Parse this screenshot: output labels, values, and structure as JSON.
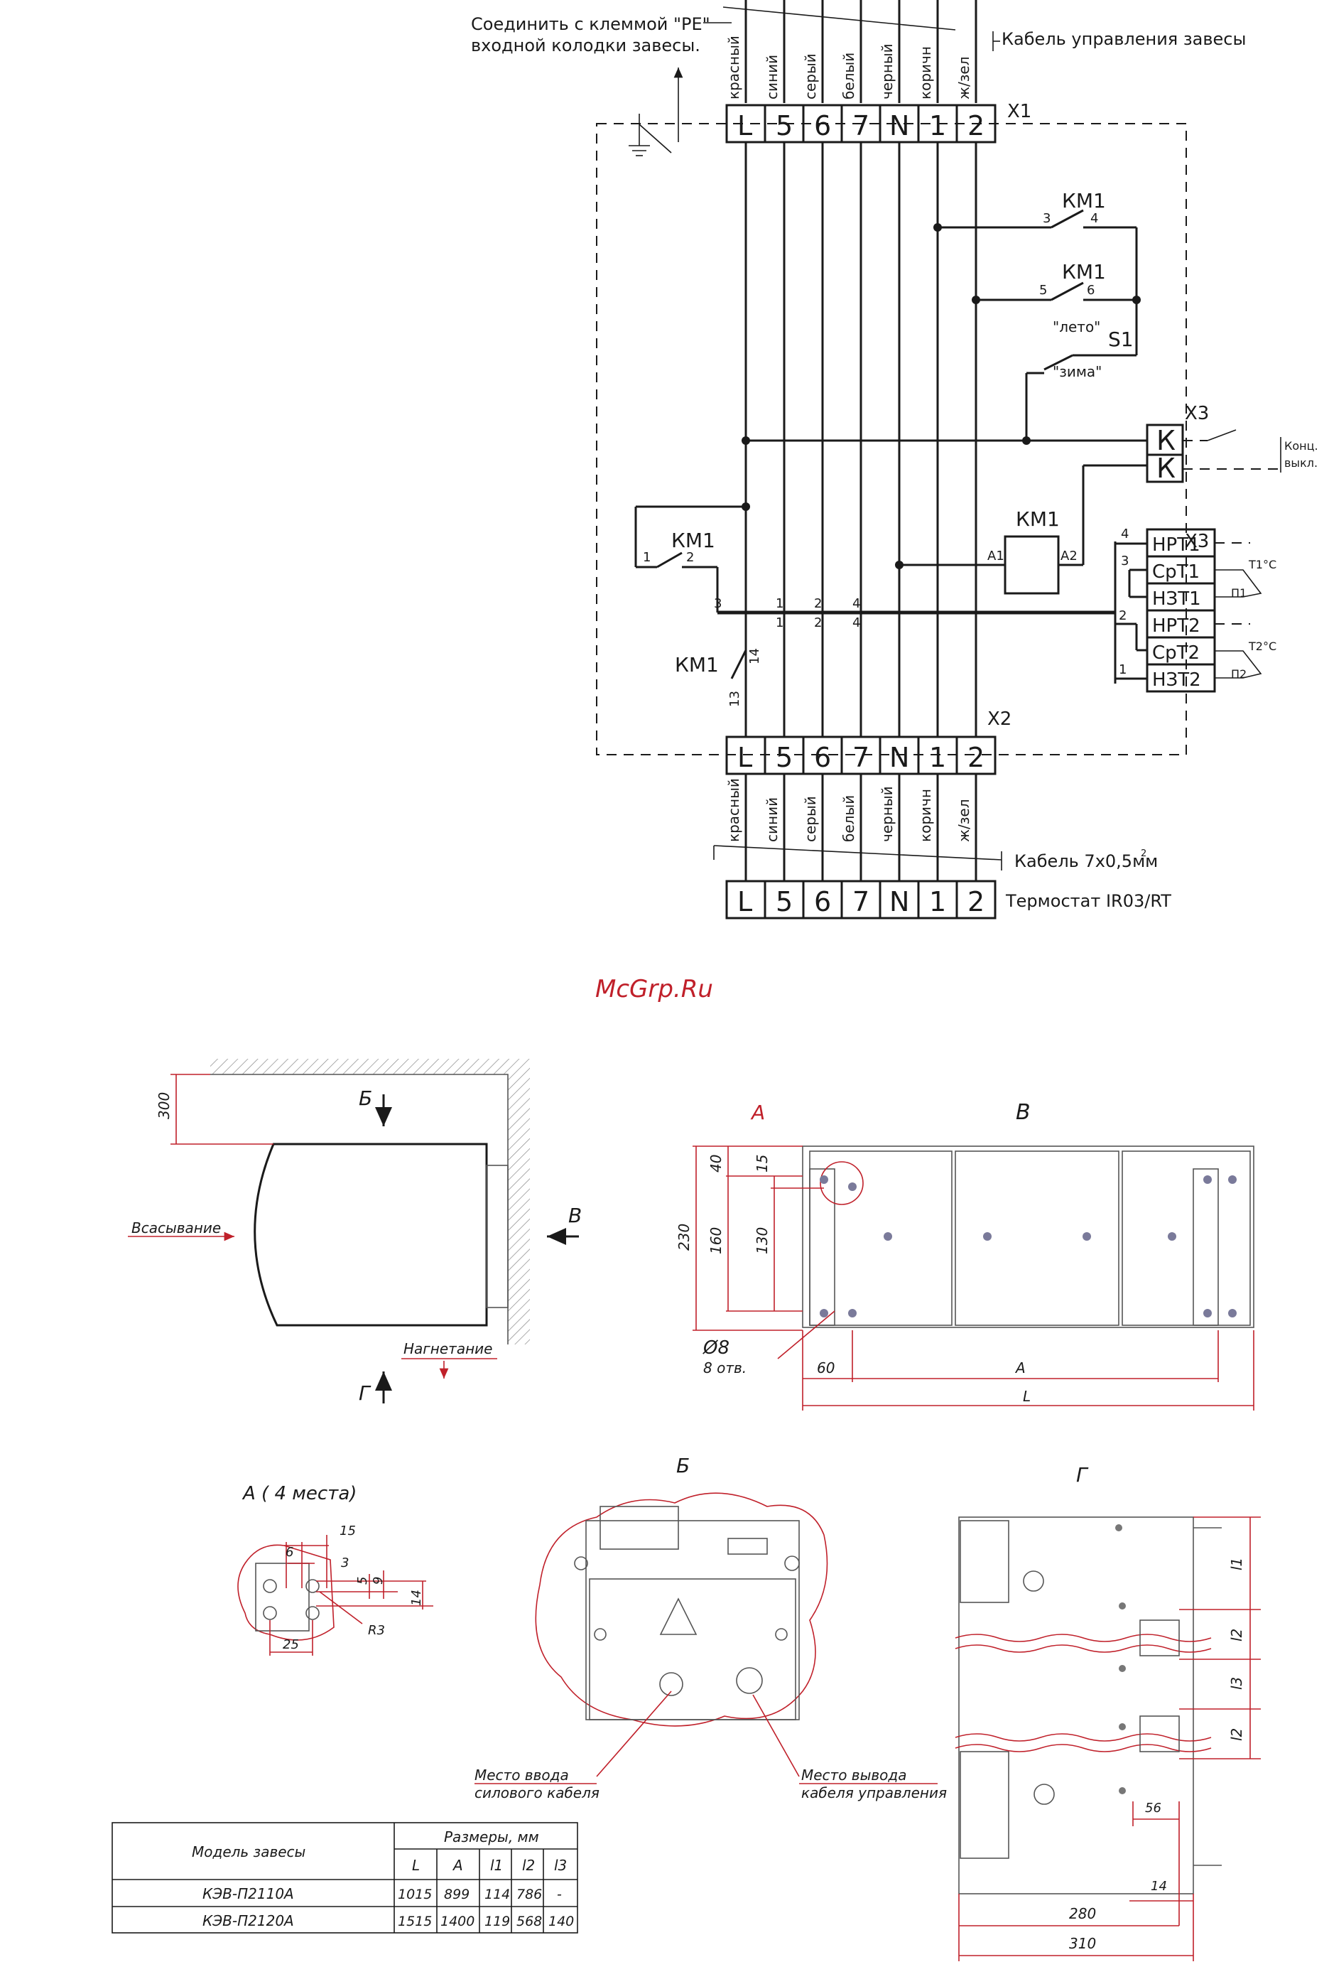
{
  "watermark": "McGrp.Ru",
  "wiring": {
    "note_pe": [
      "Соединить с клеммой \"PE\"",
      "входной колодки завесы."
    ],
    "cable_control": "Кабель управления завесы",
    "cable_7x": "Кабель 7х0,5мм",
    "cable_7x_sup": "2",
    "thermostat": "Термостат IR03/RT",
    "wire_colors": [
      "красный",
      "синий",
      "серый",
      "белый",
      "черный",
      "коричн",
      "ж/зел"
    ],
    "terminals": [
      "L",
      "5",
      "6",
      "7",
      "N",
      "1",
      "2"
    ],
    "x1": "X1",
    "x2": "X2",
    "x3a": "X3",
    "x3b": "X3",
    "km1": "КМ1",
    "km1_contacts": [
      "3",
      "4",
      "5",
      "6",
      "1",
      "2",
      "13",
      "14"
    ],
    "km1_coil": [
      "А1",
      "А2"
    ],
    "s1": "S1",
    "leto": "\"лето\"",
    "zima": "\"зима\"",
    "k": "К",
    "konc": "Конц.",
    "vykl": "выкл.",
    "x3_terminals": [
      "НРТ1",
      "СрТ1",
      "НЗТ1",
      "НРТ2",
      "СрТ2",
      "НЗТ2"
    ],
    "t1": "T1°C",
    "t2": "T2°C",
    "p1": "П1",
    "p2": "П2",
    "bus_numbers": [
      "3",
      "1",
      "2",
      "4",
      "1",
      "2",
      "4"
    ],
    "x3_numbers": [
      "4",
      "3",
      "2",
      "1"
    ]
  },
  "side_view": {
    "dim_300": "300",
    "b_label": "Б",
    "v_label": "В",
    "g_label": "Г",
    "suction": "Всасывание",
    "discharge": "Нагнетание"
  },
  "view_v": {
    "title": "В",
    "detail": "А",
    "dims": [
      "40",
      "15",
      "230",
      "160",
      "130",
      "60",
      "А",
      "L"
    ],
    "hole": "Ø8",
    "holes_count": "8 отв."
  },
  "detail_a": {
    "title": "А ( 4 места)",
    "dims": [
      "15",
      "6",
      "3",
      "5",
      "9",
      "14",
      "R3",
      "25"
    ]
  },
  "view_b": {
    "title": "Б",
    "power_entry": [
      "Место ввода",
      "силового кабеля"
    ],
    "control_exit": [
      "Место вывода",
      "кабеля управления"
    ]
  },
  "view_g": {
    "title": "Г",
    "dims": [
      "l1",
      "l2",
      "l3",
      "l2",
      "56",
      "14",
      "280",
      "310"
    ]
  },
  "table": {
    "model_header": "Модель завесы",
    "size_header": "Размеры, мм",
    "columns": [
      "L",
      "А",
      "l1",
      "l2",
      "l3"
    ],
    "rows": [
      {
        "model": "КЭВ-П2110А",
        "values": [
          "1015",
          "899",
          "114",
          "786",
          "-"
        ]
      },
      {
        "model": "КЭВ-П2120А",
        "values": [
          "1515",
          "1400",
          "119",
          "568",
          "140"
        ]
      }
    ]
  }
}
